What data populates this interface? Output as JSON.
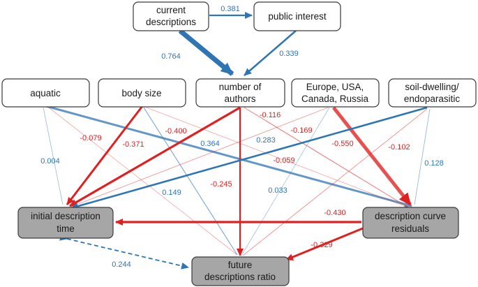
{
  "colors": {
    "positive": "#2e75b6",
    "negative": "#e02020",
    "box_fill": "#ffffff",
    "outcome_fill": "#a6a6a6",
    "border": "#3a3a3a"
  },
  "nodes": {
    "current": [
      "current",
      "descriptions"
    ],
    "public": [
      "public interest"
    ],
    "authors": [
      "number of",
      "authors"
    ],
    "aquatic": [
      "aquatic"
    ],
    "bodysize": [
      "body size"
    ],
    "europe": [
      "Europe, USA,",
      "Canada, Russia"
    ],
    "soil": [
      "soil-dwelling/",
      "endoparasitic"
    ],
    "initial": [
      "initial description",
      "time"
    ],
    "residuals": [
      "description curve",
      "residuals"
    ],
    "future": [
      "future",
      "descriptions ratio"
    ]
  },
  "coefficients": {
    "current_public": "0.381",
    "current_authors": "0.764",
    "public_authors": "0.339",
    "aquatic_initial": "0.004",
    "aquatic_residuals": "0.364",
    "aquatic_future": "-0.079",
    "bodysize_initial": "-0.371",
    "bodysize_future": "0.149",
    "bodysize_residuals": "-0.059",
    "authors_initial": "-0.400",
    "authors_future": "-0.245",
    "authors_residuals": "-0.116",
    "europe_residuals": "-0.550",
    "europe_initial": "-0.169",
    "europe_future": "0.033",
    "soil_initial": "0.283",
    "soil_future": "-0.102",
    "soil_residuals": "0.128",
    "residuals_initial": "-0.430",
    "residuals_future": "-0.329",
    "initial_future_cov": "0.244"
  }
}
